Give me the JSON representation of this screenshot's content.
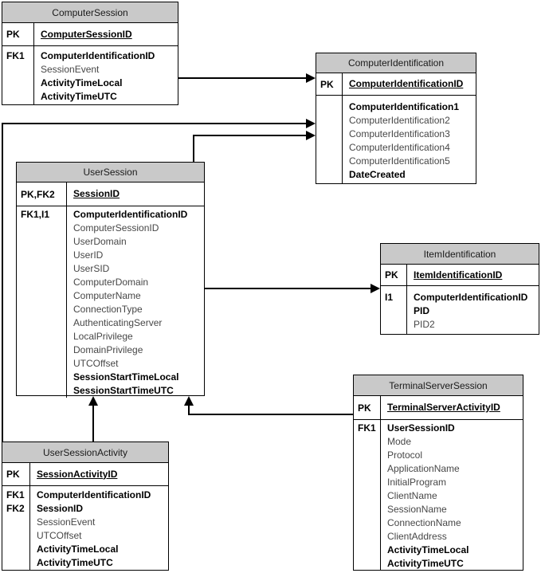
{
  "colors": {
    "header_fill": "#c9c9c9",
    "line": "#000000",
    "muted_text": "#474747"
  },
  "diagram": {
    "tables": {
      "computerSession": {
        "title": "ComputerSession",
        "pk": {
          "key": "PK",
          "attr": "ComputerSessionID"
        },
        "bodyKeys": [
          "FK1"
        ],
        "attrs": [
          "ComputerIdentificationID",
          "SessionEvent",
          "ActivityTimeLocal",
          "ActivityTimeUTC"
        ]
      },
      "computerIdentification": {
        "title": "ComputerIdentification",
        "pk": {
          "key": "PK",
          "attr": "ComputerIdentificationID"
        },
        "bodyKeys": [],
        "attrs": [
          "ComputerIdentification1",
          "ComputerIdentification2",
          "ComputerIdentification3",
          "ComputerIdentification4",
          "ComputerIdentification5",
          "DateCreated"
        ]
      },
      "userSession": {
        "title": "UserSession",
        "pk": {
          "key": "PK,FK2",
          "attr": "SessionID"
        },
        "bodyKeys": [
          "FK1,I1"
        ],
        "attrs": [
          "ComputerIdentificationID",
          "ComputerSessionID",
          "UserDomain",
          "UserID",
          "UserSID",
          "ComputerDomain",
          "ComputerName",
          "ConnectionType",
          "AuthenticatingServer",
          "LocalPrivilege",
          "DomainPrivilege",
          "UTCOffset",
          "SessionStartTimeLocal",
          "SessionStartTimeUTC"
        ]
      },
      "itemIdentification": {
        "title": "ItemIdentification",
        "pk": {
          "key": "PK",
          "attr": "ItemIdentificationID"
        },
        "bodyKeys": [
          "",
          "I1",
          ""
        ],
        "attrs": [
          "ComputerIdentificationID",
          "PID",
          "PID2"
        ]
      },
      "terminalServerSession": {
        "title": "TerminalServerSession",
        "pk": {
          "key": "PK",
          "attr": "TerminalServerActivityID"
        },
        "bodyKeys": [
          "FK1"
        ],
        "attrs": [
          "UserSessionID",
          "Mode",
          "Protocol",
          "ApplicationName",
          "InitialProgram",
          "ClientName",
          "SessionName",
          "ConnectionName",
          "ClientAddress",
          "ActivityTimeLocal",
          "ActivityTimeUTC"
        ]
      },
      "userSessionActivity": {
        "title": "UserSessionActivity",
        "pk": {
          "key": "PK",
          "attr": "SessionActivityID"
        },
        "bodyKeys": [
          "FK1",
          "FK2"
        ],
        "attrs": [
          "ComputerIdentificationID",
          "SessionID",
          "SessionEvent",
          "UTCOffset",
          "ActivityTimeLocal",
          "ActivityTimeUTC"
        ]
      }
    },
    "relationships": [
      {
        "from": "ComputerSession",
        "to": "ComputerIdentification"
      },
      {
        "from": "UserSessionActivity",
        "to": "ComputerIdentification"
      },
      {
        "from": "UserSession",
        "to": "ComputerIdentification"
      },
      {
        "from": "UserSession",
        "to": "ItemIdentification"
      },
      {
        "from": "UserSessionActivity",
        "to": "UserSession"
      },
      {
        "from": "TerminalServerSession",
        "to": "UserSession"
      }
    ]
  }
}
